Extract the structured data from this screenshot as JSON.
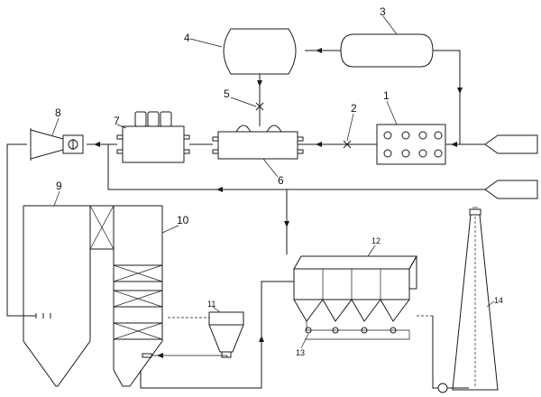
{
  "labels": {
    "l1": "1",
    "l2": "2",
    "l3": "3",
    "l4": "4",
    "l5": "5",
    "l6": "6",
    "l7": "7",
    "l8": "8",
    "l9": "9",
    "l10": "10",
    "l11": "11",
    "l12": "12",
    "l13": "13",
    "l14": "14"
  },
  "colors": {
    "line": "#1a1a1a",
    "background": "#ffffff"
  }
}
